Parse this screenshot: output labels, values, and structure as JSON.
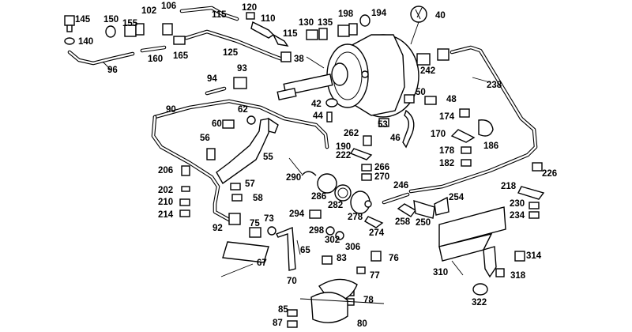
{
  "callouts": {
    "c145": "145",
    "c150": "150",
    "c155": "155",
    "c102": "102",
    "c106": "106",
    "c115a": "115",
    "c120": "120",
    "c110": "110",
    "c130": "130",
    "c135": "135",
    "c198": "198",
    "c194": "194",
    "c40": "40",
    "c140": "140",
    "c165": "165",
    "c160": "160",
    "c125": "125",
    "c115b": "115",
    "c96": "96",
    "c38": "38",
    "c242": "242",
    "c238": "238",
    "c94": "94",
    "c93": "93",
    "c42": "42",
    "c50": "50",
    "c48": "48",
    "c90": "90",
    "c62": "62",
    "c44": "44",
    "c60": "60",
    "c53": "53",
    "c174": "174",
    "c56": "56",
    "c262": "262",
    "c46": "46",
    "c170": "170",
    "c186": "186",
    "c190": "190",
    "c222": "222",
    "c178": "178",
    "c55": "55",
    "c182": "182",
    "c266": "266",
    "c206": "206",
    "c270": "270",
    "c290": "290",
    "c226": "226",
    "c57": "57",
    "c246": "246",
    "c218": "218",
    "c202": "202",
    "c58": "58",
    "c286": "286",
    "c254": "254",
    "c210": "210",
    "c282": "282",
    "c230": "230",
    "c214": "214",
    "c294": "294",
    "c278": "278",
    "c258": "258",
    "c250": "250",
    "c234": "234",
    "c73": "73",
    "c92": "92",
    "c75": "75",
    "c298": "298",
    "c274": "274",
    "c302": "302",
    "c306": "306",
    "c65": "65",
    "c83": "83",
    "c76": "76",
    "c314": "314",
    "c67": "67",
    "c310": "310",
    "c77": "77",
    "c318": "318",
    "c70": "70",
    "c78": "78",
    "c322": "322",
    "c85": "85",
    "c87": "87",
    "c80": "80"
  }
}
